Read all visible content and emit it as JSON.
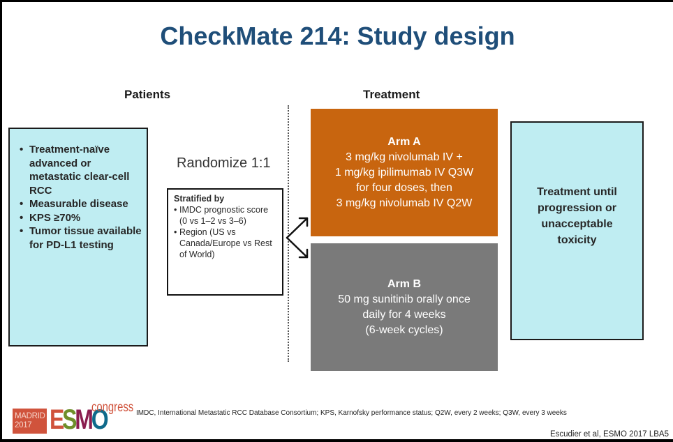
{
  "slide": {
    "title": "CheckMate 214: Study design",
    "colors": {
      "title": "#1f4e79",
      "patient_box": "#bfedf2",
      "arm_a": "#c8650f",
      "arm_b": "#7a7a7a"
    }
  },
  "patients": {
    "heading": "Patients",
    "bullet_glyph": "•",
    "criteria": [
      "Treatment-naïve advanced or metastatic clear-cell RCC",
      "Measurable disease",
      "KPS ≥70%",
      "Tumor tissue available for PD-L1 testing"
    ]
  },
  "randomization": {
    "label": "Randomize 1:1",
    "stratification": {
      "title": "Stratified by",
      "bullet_glyph": "•",
      "items": [
        "IMDC prognostic score (0 vs 1–2 vs 3–6)",
        "Region (US vs Canada/Europe vs Rest of World)"
      ]
    },
    "arrow_icon": "split-arrow-icon"
  },
  "treatment": {
    "heading": "Treatment",
    "arms": [
      {
        "name": "Arm A",
        "lines": [
          "3 mg/kg nivolumab IV +",
          "1 mg/kg ipilimumab IV Q3W",
          "for four doses, then",
          "3 mg/kg nivolumab IV Q2W"
        ]
      },
      {
        "name": "Arm B",
        "lines": [
          "50 mg sunitinib orally once",
          "daily for 4 weeks",
          "(6-week cycles)"
        ]
      }
    ],
    "duration_lines": [
      "Treatment until",
      "progression or",
      "unacceptable",
      "toxicity"
    ]
  },
  "footer": {
    "logo": {
      "city": "MADRID",
      "year": "2017",
      "letters": [
        "E",
        "S",
        "M",
        "O"
      ],
      "suffix": "congress"
    },
    "footnote": "IMDC, International Metastatic RCC Database Consortium; KPS, Karnofsky performance status; Q2W, every 2 weeks; Q3W, every 3 weeks",
    "citation": "Escudier et al, ESMO 2017 LBA5"
  }
}
